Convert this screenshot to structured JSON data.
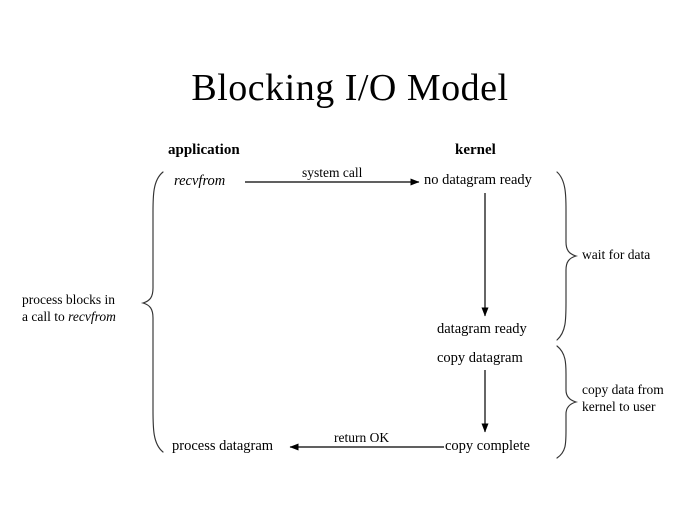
{
  "title": "Blocking I/O Model",
  "columns": {
    "application": "application",
    "kernel": "kernel"
  },
  "nodes": {
    "recvfrom": "recvfrom",
    "no_datagram_ready": "no datagram ready",
    "datagram_ready": "datagram ready",
    "copy_datagram": "copy datagram",
    "copy_complete": "copy complete",
    "process_datagram": "process datagram"
  },
  "edges": {
    "system_call": "system call",
    "return_ok": "return OK"
  },
  "braces": {
    "left": {
      "line1": "process blocks in",
      "line2_prefix": "a call to ",
      "line2_italic": "recvfrom"
    },
    "right_top": "wait for data",
    "right_bottom": {
      "line1": "copy data from",
      "line2": "kernel to user"
    }
  },
  "colors": {
    "background": "#ffffff",
    "ink": "#000000",
    "brace_ink": "#333333"
  }
}
